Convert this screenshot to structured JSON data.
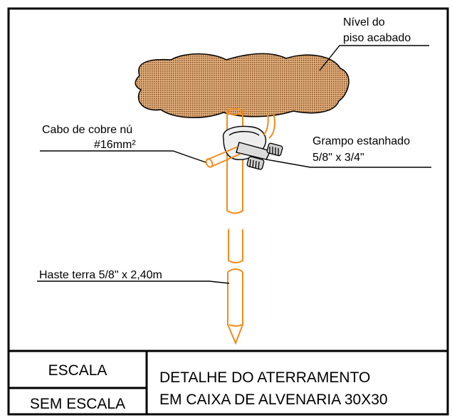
{
  "labels": {
    "floor_line1": "Nível do",
    "floor_line2": "piso acabado",
    "cable_line1": "Cabo de cobre nú",
    "cable_line2": "#16mm²",
    "clamp_line1": "Grampo estanhado",
    "clamp_line2": "5/8\" x 3/4\"",
    "rod": "Haste terra 5/8\" x 2,40m"
  },
  "title_block": {
    "scale_label": "ESCALA",
    "scale_value": "SEM ESCALA",
    "title_line1": "DETALHE  DO ATERRAMENTO",
    "title_line2": "EM CAIXA DE ALVENARIA 30X30"
  },
  "colors": {
    "rod_orange": "#f28c1a",
    "soil_fill": "#c98b5a",
    "frame": "#000000"
  }
}
